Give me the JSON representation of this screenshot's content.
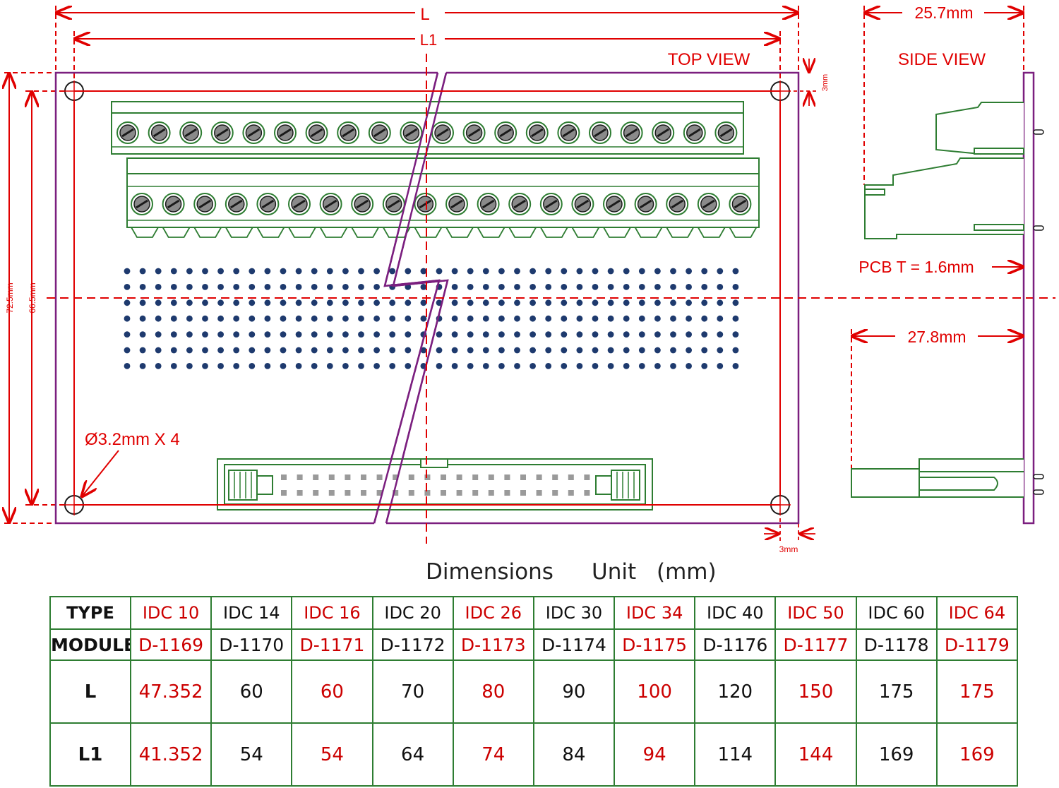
{
  "drawing": {
    "top_view_label": "TOP  VIEW",
    "side_view_label": "SIDE  VIEW",
    "dim_L": "L",
    "dim_L1": "L1",
    "dim_side_top": "25.7mm",
    "dim_side_bottom": "27.8mm",
    "dim_height_outer": "72.5mm",
    "dim_height_inner": "66.5mm",
    "dim_margin_top": "3mm",
    "dim_margin_bottom": "3mm",
    "pcb_thickness": "PCB  T  =  1.6mm",
    "hole_label": "Ø3.2mm  X  4",
    "colors": {
      "board_outline": "#7b1f7f",
      "dimension_red": "#e00000",
      "component_green": "#2e7d32",
      "hole_dots": "#1e3a6e"
    }
  },
  "dimensions_heading": {
    "word": "Dimensions",
    "unit_label": "Unit",
    "unit_value": "(mm)"
  },
  "table": {
    "row_labels": [
      "TYPE",
      "MODULE",
      "L",
      "L1"
    ],
    "columns": [
      {
        "type": "IDC 10",
        "module": "D-1169",
        "L": "47.352",
        "L1": "41.352",
        "highlight": true
      },
      {
        "type": "IDC 14",
        "module": "D-1170",
        "L": "60",
        "L1": "54",
        "highlight": false
      },
      {
        "type": "IDC 16",
        "module": "D-1171",
        "L": "60",
        "L1": "54",
        "highlight": true
      },
      {
        "type": "IDC 20",
        "module": "D-1172",
        "L": "70",
        "L1": "64",
        "highlight": false
      },
      {
        "type": "IDC 26",
        "module": "D-1173",
        "L": "80",
        "L1": "74",
        "highlight": true
      },
      {
        "type": "IDC 30",
        "module": "D-1174",
        "L": "90",
        "L1": "84",
        "highlight": false
      },
      {
        "type": "IDC 34",
        "module": "D-1175",
        "L": "100",
        "L1": "94",
        "highlight": true
      },
      {
        "type": "IDC 40",
        "module": "D-1176",
        "L": "120",
        "L1": "114",
        "highlight": false
      },
      {
        "type": "IDC 50",
        "module": "D-1177",
        "L": "150",
        "L1": "144",
        "highlight": true
      },
      {
        "type": "IDC 60",
        "module": "D-1178",
        "L": "175",
        "L1": "169",
        "highlight": false
      },
      {
        "type": "IDC 64",
        "module": "D-1179",
        "L": "175",
        "L1": "169",
        "highlight": true
      }
    ]
  }
}
